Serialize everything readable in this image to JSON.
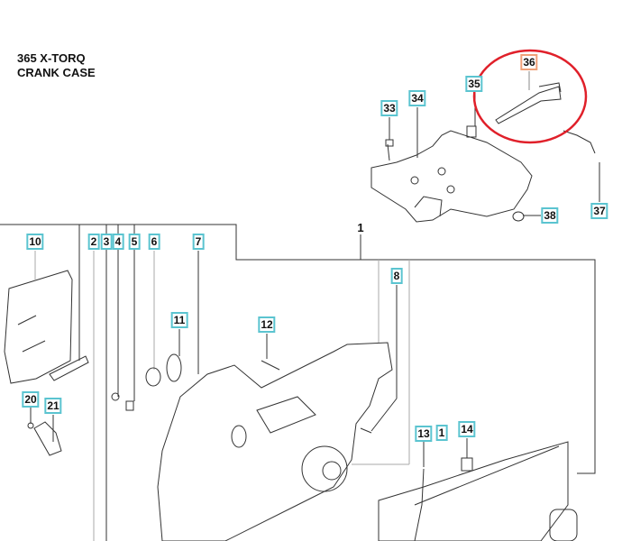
{
  "title": {
    "model": "365 X-TORQ",
    "section": "CRANK CASE"
  },
  "highlight_color": "#e0202a",
  "labels": {
    "p1": "1",
    "p2": "2",
    "p3": "3",
    "p4": "4",
    "p5": "5",
    "p6": "6",
    "p7": "7",
    "p8": "8",
    "p10": "10",
    "p11": "11",
    "p12": "12",
    "p13": "13",
    "p1b": "1",
    "p14": "14",
    "p20": "20",
    "p21": "21",
    "p33": "33",
    "p34": "34",
    "p35": "35",
    "p36": "36",
    "p37": "37",
    "p38": "38"
  },
  "highlighted_part": "36"
}
